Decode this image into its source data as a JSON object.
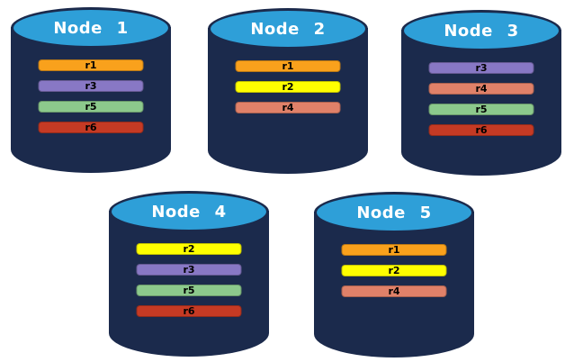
{
  "diagram": {
    "kind": "database-replica-placement",
    "node_count": 5
  },
  "colors": {
    "cylinder_body": "#1B2A4C",
    "cylinder_top": "#2E9FD8",
    "node_title_text": "#FFFFFF",
    "replica_label_text": "#000000",
    "background": "#FFFFFF"
  },
  "replica_colors": {
    "r1": "#F9A11C",
    "r2": "#FFFF00",
    "r3": "#8878C5",
    "r4": "#E08169",
    "r5": "#8CC98C",
    "r6": "#C53A24"
  },
  "nodes": [
    {
      "name": "Node 1",
      "replicas": [
        "r1",
        "r3",
        "r5",
        "r6"
      ]
    },
    {
      "name": "Node 2",
      "replicas": [
        "r1",
        "r2",
        "r4"
      ]
    },
    {
      "name": "Node 3",
      "replicas": [
        "r3",
        "r4",
        "r5",
        "r6"
      ]
    },
    {
      "name": "Node 4",
      "replicas": [
        "r2",
        "r3",
        "r5",
        "r6"
      ]
    },
    {
      "name": "Node 5",
      "replicas": [
        "r1",
        "r2",
        "r4"
      ]
    }
  ]
}
